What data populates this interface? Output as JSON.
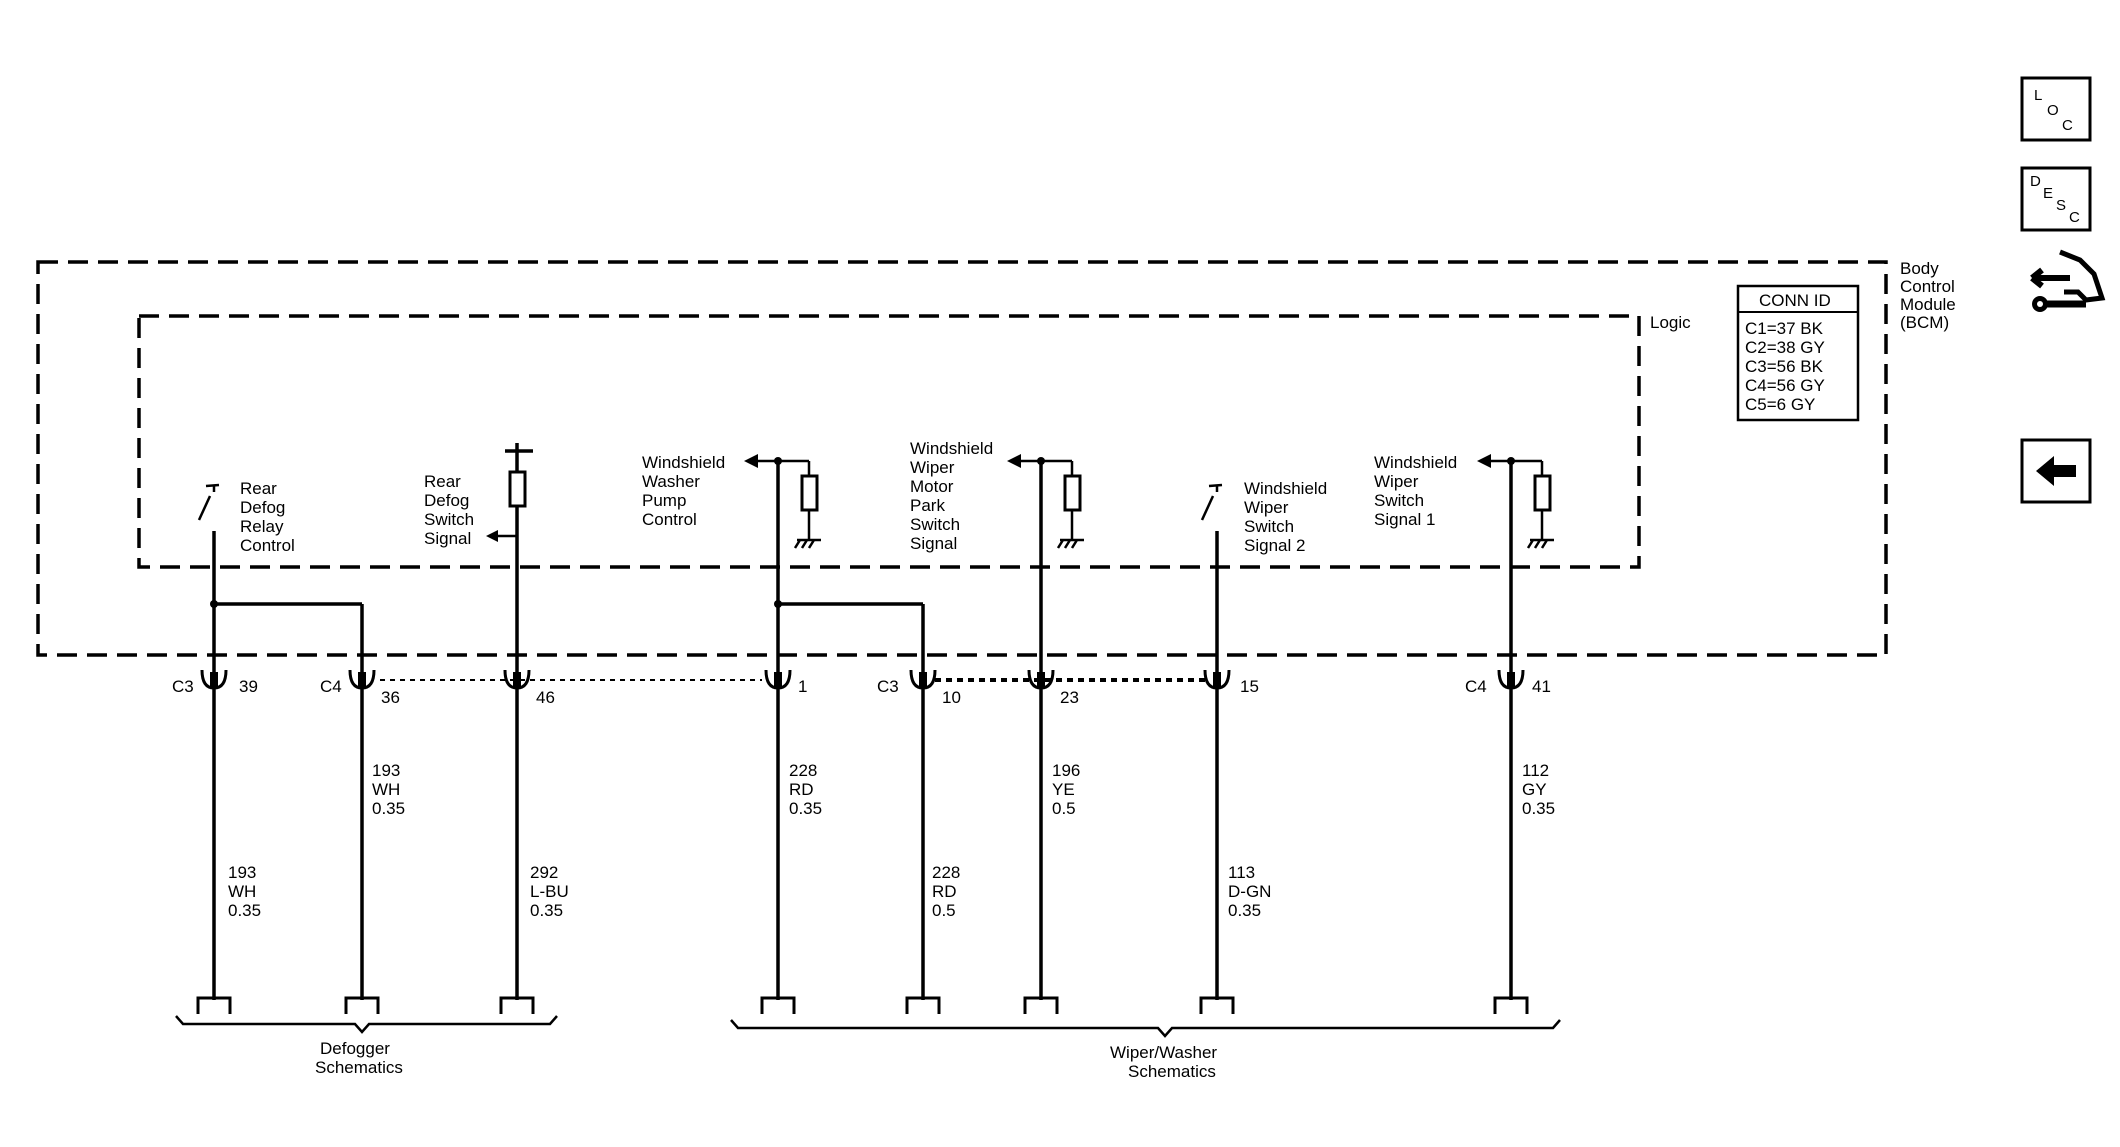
{
  "module": {
    "name_lines": [
      "Body",
      "Control",
      "Module",
      "(BCM)"
    ],
    "logic_label": "Logic"
  },
  "conn_id": {
    "title": "CONN ID",
    "rows": [
      "C1=37 BK",
      "C2=38 GY",
      "C3=56 BK",
      "C4=56 GY",
      "C5=6 GY"
    ]
  },
  "side_buttons": {
    "loc": [
      "L",
      "O",
      "C"
    ],
    "desc": [
      "D",
      "E",
      "S",
      "C"
    ]
  },
  "signals": [
    {
      "lines": [
        "Rear",
        "Defog",
        "Relay",
        "Control"
      ]
    },
    {
      "lines": [
        "Rear",
        "Defog",
        "Switch",
        "Signal"
      ]
    },
    {
      "lines": [
        "Windshield",
        "Washer",
        "Pump",
        "Control"
      ]
    },
    {
      "lines": [
        "Windshield",
        "Wiper",
        "Motor",
        "Park",
        "Switch",
        "Signal"
      ]
    },
    {
      "lines": [
        "Windshield",
        "Wiper",
        "Switch",
        "Signal 2"
      ]
    },
    {
      "lines": [
        "Windshield",
        "Wiper",
        "Switch",
        "Signal 1"
      ]
    }
  ],
  "connectors": [
    {
      "conn": "C3",
      "pin": "39"
    },
    {
      "conn": "C4",
      "pin": "36"
    },
    {
      "conn": "",
      "pin": "46"
    },
    {
      "conn": "",
      "pin": "1"
    },
    {
      "conn": "C3",
      "pin": "10"
    },
    {
      "conn": "",
      "pin": "23"
    },
    {
      "conn": "",
      "pin": "15"
    },
    {
      "conn": "C4",
      "pin": "41"
    }
  ],
  "wire_labels_upper": [
    {
      "circuit": "193",
      "color": "WH",
      "gauge": "0.35"
    },
    {
      "circuit": "228",
      "color": "RD",
      "gauge": "0.35"
    },
    {
      "circuit": "196",
      "color": "YE",
      "gauge": "0.5"
    },
    {
      "circuit": "112",
      "color": "GY",
      "gauge": "0.35"
    }
  ],
  "wire_labels_lower": [
    {
      "circuit": "193",
      "color": "WH",
      "gauge": "0.35"
    },
    {
      "circuit": "292",
      "color": "L-BU",
      "gauge": "0.35"
    },
    {
      "circuit": "228",
      "color": "RD",
      "gauge": "0.5"
    },
    {
      "circuit": "113",
      "color": "D-GN",
      "gauge": "0.35"
    }
  ],
  "destinations": [
    {
      "lines": [
        "Defogger",
        "Schematics"
      ]
    },
    {
      "lines": [
        "Wiper/Washer",
        "Schematics"
      ]
    }
  ]
}
